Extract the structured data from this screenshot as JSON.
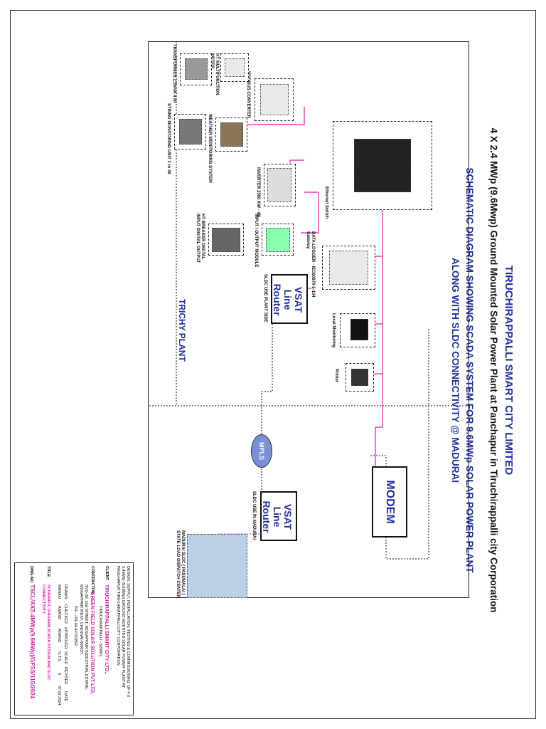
{
  "header": {
    "title": "TIRUCHIRAPPALLI SMART CITY LIMITED",
    "subtitle": "4 X 2.4 MWp (9.6Mwp) Ground Mounted Solar Power Plant at Panchapur in Tiruchirappalli city Corporation",
    "schematic_line1": "SCHEMATIC DIAGRAM SHOWING SCADA SYSTEM FOR 9.6MWp SOLAR POWER PLANT",
    "schematic_line2": "ALONG WITH SLDC CONNECTIVITY @ MADURAI"
  },
  "devices": {
    "ethernet_switch": "Ethernet Switch",
    "data_logger": "DATA LOGGER - IEC60870-5-104 Gateway",
    "local_monitoring": "Local Monitoring",
    "printer": "Printer",
    "modbus_converter": "MODBUS CONVERTER",
    "ht_meter": "HT MULTIFUNCTION METER",
    "transformer": "TRANSFORMER 2.5MVA 4 Nr",
    "weather": "WEATHER MONITORING SYSTEM",
    "smu": "STRING MONITORING UNIT 1 to 48",
    "inverter": "INVERTER 2500 KW - 4N",
    "io_module": "INPUT / OUTPUT MODULE",
    "ht_breaker": "HT BREAKER DIGITAL INPUT DIGITAL OUTPUT",
    "sldc_center": "MADURAI SLDC ( PASUMALAI ) STATE LOAD DISPATCH CENTER"
  },
  "network": {
    "vsat_plant": "VSAT Line Router",
    "vsat_plant_note": "SLDC USE PLANT SIDE",
    "mpls": "MPLS",
    "vsat_sldc": "VSAT Line Router",
    "vsat_sldc_note": "SLDC USE IN MADURAI",
    "modem": "MODEM"
  },
  "zones": {
    "trichy_plant": "TRICHY PLANT"
  },
  "title_block": {
    "work": "DESIGN, SUPPLY, INSTALLATION, TESTING & COMMISSIONING OF 4 X 2.4MWp (9.6MWp) GROUND MOUNTED SOLAR POWER PLANT AT PANCHAPUR TIRUCHIRAPPALLI CITY CORPORATION",
    "client_label": "CLIENT",
    "client": "TIRUCHIRAPPALLI SMART CITY LTD.,",
    "client_addr": "TIRUCHIRAPPALLI - 620001",
    "contractor_label": "CONTRACTOR",
    "contractor": "GREEN FIELD SOLAR SOLUTION PVT LTD,",
    "contractor_addr": "SVG-30, 2nd STREET, MOGAPPAIR INDUSTRIAL ESTATE, MOGAPPAIR WEST, CHENNAI-600037.",
    "contractor_ph": "PH:- +91-44-42152892",
    "drawn_label": "DRAWN",
    "checked_label": "CHECKED",
    "approved_label": "APPROVED",
    "scale_label": "SCALE",
    "revised_label": "REVISED",
    "date_label": "DATE",
    "drawn": "MANAN",
    "checked": "ANAND",
    "approved": "ANAND",
    "scale": "N.T.S.",
    "revised": "0",
    "date": "07.02.2024",
    "dtitle_label": "TITLE",
    "dtitle": "SCHEMATIC DIAGRAM SCADA SYSTEM AND SLDC CONNECTIVITY",
    "dwg_label": "DWG.NO",
    "dwg_no": "TSCL/AXS.4MWp(9.6MWp)/GFSS/110/2024"
  },
  "colors": {
    "title_blue": "#1f2f9e",
    "magenta_line": "#e01fb0",
    "black_line": "#111111"
  }
}
